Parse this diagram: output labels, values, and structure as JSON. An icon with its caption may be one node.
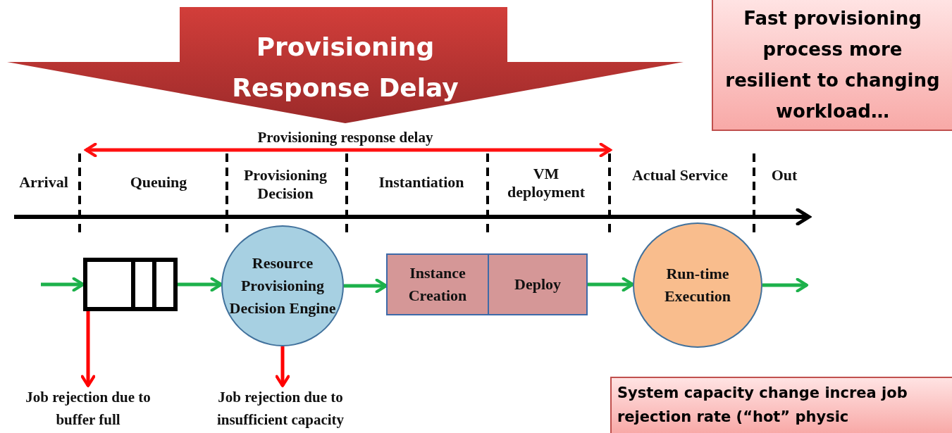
{
  "diagram": {
    "nodes": [
      {
        "text": [
          "Provisioning Response Delay"
        ]
      },
      {
        "text": [
          "Fast provisioning process more resilient to changing workload…"
        ]
      },
      {
        "text": [],
        "shape": "box"
      },
      {
        "text": [
          "Resource Provisioning Decision Engine"
        ]
      },
      {
        "text": [
          "Instance Creation"
        ]
      },
      {
        "text": [
          "Deploy"
        ]
      },
      {
        "text": [
          "Run-time Execution"
        ]
      },
      {
        "text": [
          "Job rejection due to buffer full"
        ]
      },
      {
        "text": [
          "Job rejection due to insufficient capacity"
        ]
      },
      {
        "text": [
          "System capacity change increa job rejection rate (“hot” physic"
        ]
      }
    ],
    "edges": [
      {
        "from": null,
        "to": 2,
        "arrow": "to"
      },
      {
        "from": 2,
        "to": 3,
        "arrow": "to"
      },
      {
        "from": 3,
        "to": 4,
        "arrow": "to"
      },
      {
        "from": 5,
        "to": 6,
        "arrow": "to"
      },
      {
        "from": 6,
        "to": null,
        "arrow": "to"
      },
      {
        "from": 2,
        "to": 7,
        "arrow": "to",
        "color": "#ff0000"
      },
      {
        "from": 3,
        "to": 8,
        "arrow": "to",
        "color": "#ff0000"
      }
    ],
    "labels": [
      "Provisioning response delay",
      "Arrival",
      "Queuing",
      "Provisioning Decision",
      "Instantiation",
      "VM deployment",
      "Actual Service",
      "Out"
    ]
  }
}
